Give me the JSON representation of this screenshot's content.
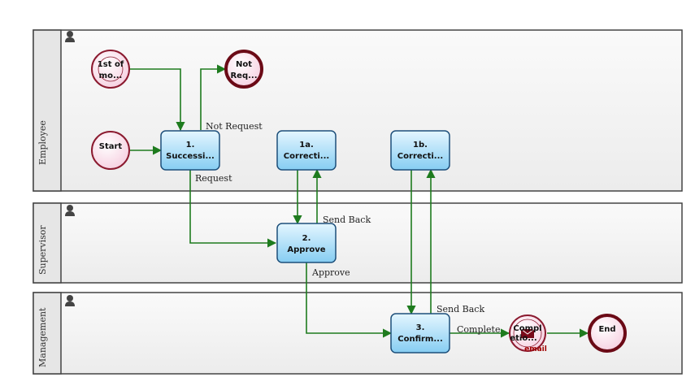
{
  "colors": {
    "lane_fill": "#f3f3f3",
    "lane_header": "#e6e6e6",
    "lane_border": "#444444",
    "task_fill": "#bfe6fb",
    "task_border": "#1d4f7a",
    "event_fill": "#fbe3ee",
    "start_border": "#8b1a2f",
    "end_border": "#6b0a16",
    "flow": "#1e7b1e"
  },
  "lanes": [
    {
      "id": "employee",
      "title": "Employee"
    },
    {
      "id": "supervisor",
      "title": "Supervisor"
    },
    {
      "id": "management",
      "title": "Management"
    }
  ],
  "events": {
    "timer": {
      "line1": "1st of",
      "line2": "mo..."
    },
    "not_requested": {
      "line1": "Not",
      "line2": "Req..."
    },
    "start": {
      "label": "Start"
    },
    "completion_email": {
      "line1": "Compl",
      "line2": "etio...",
      "badge": "email"
    },
    "end": {
      "label": "End"
    }
  },
  "tasks": {
    "succession": {
      "line1": "1.",
      "line2": "Successi..."
    },
    "correction_a": {
      "line1": "1a.",
      "line2": "Correcti..."
    },
    "correction_b": {
      "line1": "1b.",
      "line2": "Correcti..."
    },
    "approve": {
      "line1": "2.",
      "line2": "Approve"
    },
    "confirm": {
      "line1": "3.",
      "line2": "Confirm..."
    }
  },
  "flows": {
    "not_request": "Not Request",
    "request": "Request",
    "send_back_supervisor": "Send Back",
    "approve": "Approve",
    "send_back_management": "Send Back",
    "complete": "Complete"
  }
}
